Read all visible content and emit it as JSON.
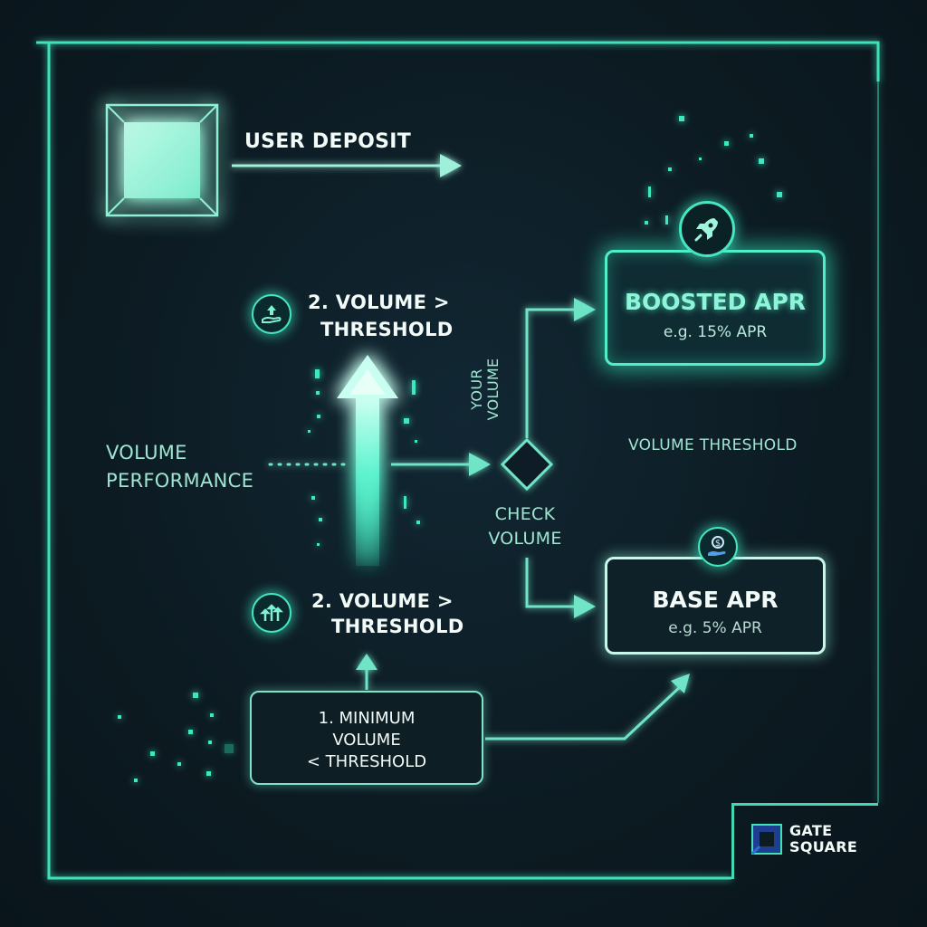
{
  "deposit": {
    "label": "USER DEPOSIT"
  },
  "upper_step": {
    "line1": "2. VOLUME >",
    "line2": "THRESHOLD"
  },
  "lower_step": {
    "line1": "2. VOLUME >",
    "line2": "THRESHOLD"
  },
  "volume_performance": {
    "line1": "VOLUME",
    "line2": "PERFORMANCE"
  },
  "decision": {
    "your_volume_line1": "YOUR",
    "your_volume_line2": "VOLUME",
    "check_line1": "CHECK",
    "check_line2": "VOLUME",
    "threshold_label": "VOLUME THRESHOLD"
  },
  "boosted": {
    "title": "BOOSTED APR",
    "subtitle": "e.g. 15% APR",
    "icon": "rocket-icon"
  },
  "base": {
    "title": "BASE APR",
    "subtitle": "e.g. 5% APR",
    "icon": "dollar-hand-icon"
  },
  "minimum": {
    "line1": "1. MINIMUM",
    "line2": "VOLUME",
    "line3": "< THRESHOLD"
  },
  "brand": {
    "line1": "GATE",
    "line2": "SQUARE",
    "logo_icon": "gate-square-logo-icon"
  },
  "colors": {
    "accent": "#3ee8c0",
    "accent_soft": "#9fe6d2",
    "background": "#0d1b22",
    "brand_blue": "#2f6bd8"
  }
}
